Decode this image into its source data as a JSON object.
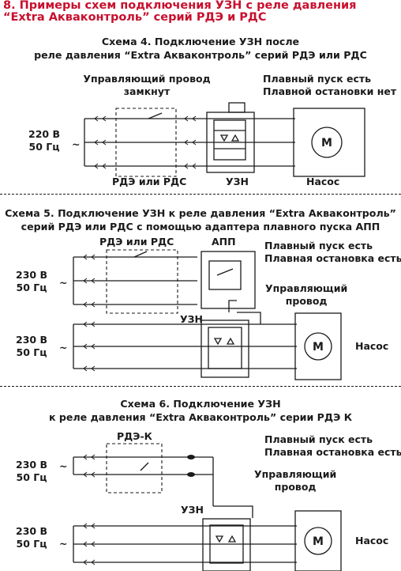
{
  "title": "8. Примеры схем подключения УЗН с реле давления\n“Extra Акваконтроль” серий РДЭ и РДС",
  "accent_color": "#c8102e",
  "scheme4": {
    "caption": "Схема 4. Подключение УЗН после\nреле давления “Extra Акваконтроль” серий РДЭ или РДС",
    "control_wire": "Управляющий провод\nзамкнут",
    "notes": "Плавный пуск есть\nПлавной остановки нет",
    "voltage": "220 В\n50 Гц",
    "ac_symbol": "~",
    "relay_label": "РДЭ или РДС",
    "uzn_label": "УЗН",
    "pump_label": "Насос",
    "motor": "М"
  },
  "scheme5": {
    "caption": "Схема 5. Подключение УЗН к реле давления “Extra Акваконтроль”\nсерий РДЭ или РДС с помощью адаптера плавного пуска АПП",
    "relay_label": "РДЭ или РДС",
    "app_label": "АПП",
    "notes": "Плавный пуск есть\nПлавная остановка есть",
    "control_wire": "Управляющий\nпровод",
    "voltage_top": "230 В\n50 Гц",
    "voltage_bottom": "230 В\n50 Гц",
    "ac_symbol": "~",
    "uzn_label": "УЗН",
    "pump_label": "Насос",
    "motor": "М"
  },
  "scheme6": {
    "caption": "Схема 6. Подключение УЗН\nк реле давления “Extra Акваконтроль” серии РДЭ К",
    "relay_label": "РДЭ-К",
    "notes": "Плавный пуск есть\nПлавная остановка есть",
    "control_wire": "Управляющий\nпровод",
    "voltage_top": "230 В\n50 Гц",
    "voltage_bottom": "230 В\n50 Гц",
    "ac_symbol": "~",
    "uzn_label": "УЗН",
    "pump_label": "Насос",
    "motor": "М"
  }
}
